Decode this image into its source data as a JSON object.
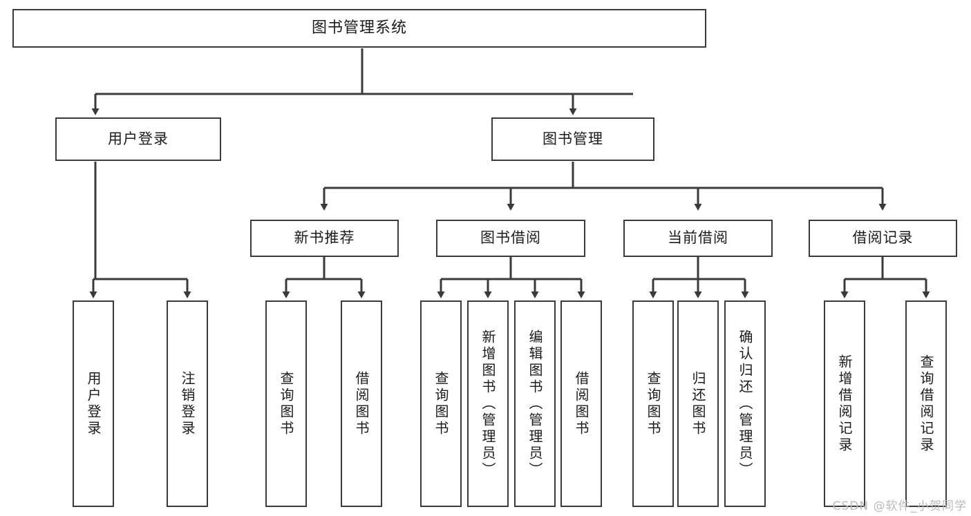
{
  "diagram": {
    "title": "图书管理系统",
    "type": "tree",
    "orientation": "top-down",
    "colors": {
      "box_border": "#3a3a3a",
      "box_fill": "#ffffff",
      "connector": "#3a3a3a",
      "text": "#1b1b1b",
      "watermark": "#b9b9b9",
      "canvas": "#ffffff"
    },
    "watermark": "CSDN @软件_小贺同学"
  },
  "nodes": {
    "root": {
      "label": "图书管理系统"
    },
    "level2": [
      {
        "id": "user-login",
        "label": "用户登录"
      },
      {
        "id": "book-management",
        "label": "图书管理"
      }
    ],
    "level3": [
      {
        "id": "new-book-recommend",
        "label": "新书推荐"
      },
      {
        "id": "book-borrow",
        "label": "图书借阅"
      },
      {
        "id": "current-borrow",
        "label": "当前借阅"
      },
      {
        "id": "borrow-record",
        "label": "借阅记录"
      }
    ],
    "leaves": {
      "user_login": [
        {
          "id": "leaf-user-login",
          "label": "用户登录"
        },
        {
          "id": "leaf-logout-login",
          "label": "注销登录"
        }
      ],
      "new_book_recommend": [
        {
          "id": "leaf-query-book-1",
          "label": "查询图书"
        },
        {
          "id": "leaf-borrow-book-1",
          "label": "借阅图书"
        }
      ],
      "book_borrow": [
        {
          "id": "leaf-query-book-2",
          "label": "查询图书"
        },
        {
          "id": "leaf-add-book",
          "label": "新增图书（管理员）"
        },
        {
          "id": "leaf-edit-book",
          "label": "编辑图书（管理员）"
        },
        {
          "id": "leaf-borrow-book-2",
          "label": "借阅图书"
        }
      ],
      "current_borrow": [
        {
          "id": "leaf-query-book-3",
          "label": "查询图书"
        },
        {
          "id": "leaf-return-book",
          "label": "归还图书"
        },
        {
          "id": "leaf-confirm-return",
          "label": "确认归还（管理员）"
        }
      ],
      "borrow_record": [
        {
          "id": "leaf-add-record",
          "label": "新增借阅记录"
        },
        {
          "id": "leaf-query-record",
          "label": "查询借阅记录"
        }
      ]
    }
  }
}
